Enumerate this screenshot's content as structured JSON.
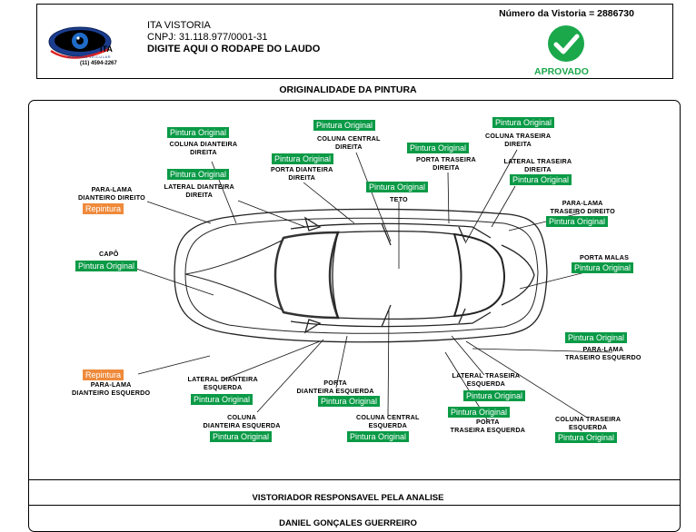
{
  "header": {
    "logo_text": "ITA",
    "logo_subtext": "VISTORIA VEICULAR",
    "logo_phone": "(11) 4594-2267",
    "company_name": "ITA VISTORIA",
    "cnpj": "CNPJ: 31.118.977/0001-31",
    "footer_prompt": "DIGITE AQUI O RODAPE DO LAUDO",
    "inspection_number": "Número da Vistoria = 2886730",
    "status": "APROVADO",
    "status_color": "#1aa84b",
    "status_icon": "checkmark-circle-icon"
  },
  "section_title": "ORIGINALIDADE DA PINTURA",
  "parts": [
    {
      "label": "COLUNA DIANTEIRA\nDIREITA",
      "status": "Pintura Original"
    },
    {
      "label": "COLUNA CENTRAL\nDIREITA",
      "status": "Pintura Original"
    },
    {
      "label": "COLUNA TRASEIRA\nDIREITA",
      "status": "Pintura Original"
    },
    {
      "label": "PORTA DIANTEIRA\nDIREITA",
      "status": "Pintura Original"
    },
    {
      "label": "PORTA TRASEIRA\nDIREITA",
      "status": "Pintura Original"
    },
    {
      "label": "LATERAL TRASEIRA\nDIREITA",
      "status": "Pintura Original"
    },
    {
      "label": "LATERAL DIANTEIRA\nDIREITA",
      "status": "Pintura Original"
    },
    {
      "label": "TETO",
      "status": "Pintura Original"
    },
    {
      "label": "PARA-LAMA\nDIANTEIRO DIREITO",
      "status": "Repintura"
    },
    {
      "label": "PARA-LAMA\nTRASEIRO DIREITO",
      "status": "Pintura Original"
    },
    {
      "label": "CAPÔ",
      "status": "Pintura Original"
    },
    {
      "label": "PORTA MALAS",
      "status": "Pintura Original"
    },
    {
      "label": "PARA-LAMA\nTRASEIRO ESQUERDO",
      "status": "Pintura Original"
    },
    {
      "label": "PARA-LAMA\nDIANTEIRO ESQUERDO",
      "status": "Repintura"
    },
    {
      "label": "LATERAL DIANTEIRA\nESQUERDA",
      "status": "Pintura Original"
    },
    {
      "label": "PORTA\nDIANTEIRA ESQUERDA",
      "status": "Pintura Original"
    },
    {
      "label": "LATERAL TRASEIRA\nESQUERDA",
      "status": "Pintura Original"
    },
    {
      "label": "COLUNA\nDIANTEIRA ESQUERDA",
      "status": "Pintura Original"
    },
    {
      "label": "COLUNA CENTRAL\nESQUERDA",
      "status": "Pintura Original"
    },
    {
      "label": "PORTA\nTRASEIRA ESQUERDA",
      "status": "Pintura Original"
    },
    {
      "label": "COLUNA TRASEIRA\nESQUERDA",
      "status": "Pintura Original"
    }
  ],
  "status_colors": {
    "Pintura Original": "#0a9a46",
    "Repintura": "#ef8a3b"
  },
  "inspector_title": "VISTORIADOR RESPONSAVEL PELA ANALISE",
  "inspector_name": "DANIEL GONÇALES GUERREIRO"
}
